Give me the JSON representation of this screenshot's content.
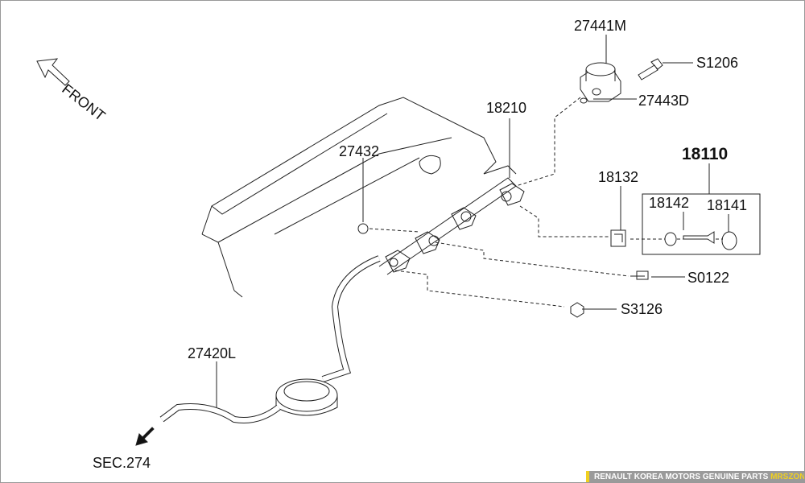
{
  "labels": {
    "front": "FRONT",
    "p27441M": "27441M",
    "pS1206": "S1206",
    "p27443D": "27443D",
    "p18210": "18210",
    "p18110": "18110",
    "p27432": "27432",
    "p18132": "18132",
    "p18142": "18142",
    "p18141": "18141",
    "pS0122": "S0122",
    "pS3126": "S3126",
    "p27420L": "27420L",
    "sec274": "SEC.274"
  },
  "watermark": {
    "text": "RENAULT KOREA MOTORS GENUINE PARTS",
    "brand": "MRSZONE"
  }
}
